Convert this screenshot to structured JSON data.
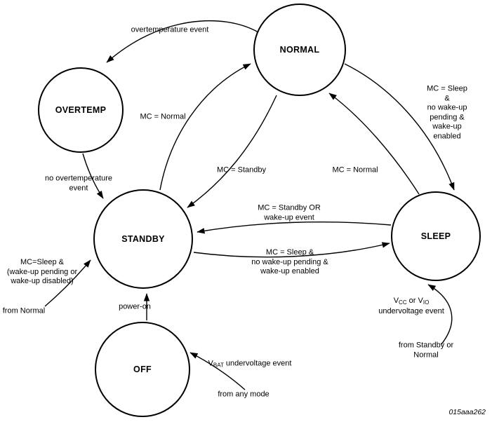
{
  "diagram": {
    "states": {
      "normal": "NORMAL",
      "overtemp": "OVERTEMP",
      "standby": "STANDBY",
      "sleep": "SLEEP",
      "off": "OFF"
    },
    "edges": {
      "overtemperature_event": "overtemperature event",
      "no_overtemperature_event": "no overtemperature\nevent",
      "standby_to_normal": "MC = Normal",
      "normal_to_standby": "MC = Standby",
      "sleep_to_normal": "MC = Normal",
      "normal_to_sleep": "MC = Sleep &\nno wake-up pending &\nwake-up enabled",
      "sleep_to_standby": "MC = Standby OR\nwake-up event",
      "standby_to_sleep": "MC = Sleep &\nno wake-up pending &\nwake-up enabled",
      "normal_to_standby_sleep_pending": "MC=Sleep &\n(wake-up pending or\nwake-up disabled)",
      "from_normal": "from Normal",
      "power_on": "power-on",
      "vbat": {
        "prefix": "V",
        "sub": "BAT",
        "rest": " undervoltage event"
      },
      "from_any_mode": "from any mode",
      "vcc_vio": {
        "v1": "V",
        "s1": "CC",
        "mid": " or V",
        "s2": "IO",
        "rest": " undervoltage event"
      },
      "from_standby_or_normal": "from Standby or Normal"
    },
    "footer": {
      "figure_id": "015aaa262"
    },
    "colors": {
      "stroke": "#000000",
      "background": "#ffffff",
      "text": "#000000"
    }
  }
}
